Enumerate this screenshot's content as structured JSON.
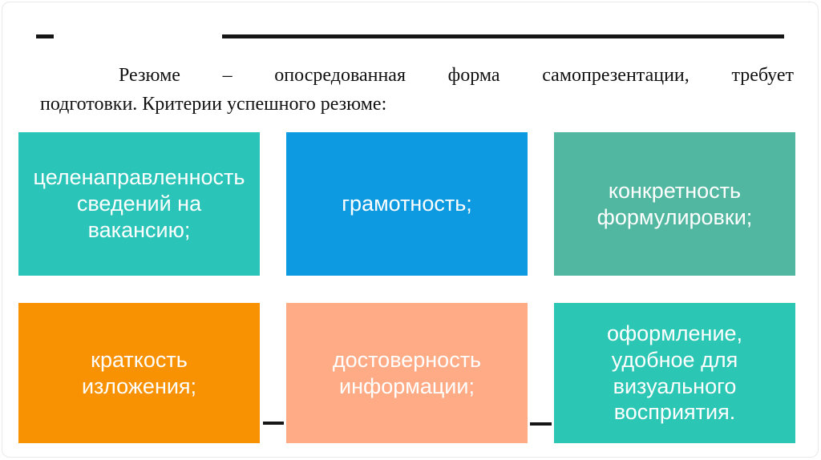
{
  "slide": {
    "intro": {
      "line1": "Резюме – опосредованная форма самопрезентации, требует",
      "line2": "подготовки. Критерии успешного резюме:"
    },
    "criteria": [
      {
        "label": "целенаправленность сведений на вакансию;",
        "lines": [
          "целенаправленность",
          "сведений на",
          "вакансию;"
        ],
        "color": "#2AC4B8"
      },
      {
        "label": "грамотность;",
        "lines": [
          "грамотность;"
        ],
        "color": "#0E9AE0"
      },
      {
        "label": "конкретность формулировки;",
        "lines": [
          "конкретность",
          "формулировки;"
        ],
        "color": "#52B7A0"
      },
      {
        "label": "краткость изложения;",
        "lines": [
          "краткость",
          "изложения;"
        ],
        "color": "#F89203"
      },
      {
        "label": "достоверность информации;",
        "lines": [
          "достоверность",
          "информации;"
        ],
        "color": "#FFAB85"
      },
      {
        "label": "оформление, удобное для визуального восприятия.",
        "lines": [
          "оформление,",
          "удобное для",
          "визуального",
          "восприятия."
        ],
        "color": "#2BC6B4"
      }
    ],
    "colors": {
      "rule": "#161616",
      "intro_text": "#111111",
      "box_label_text": "#FFFFFF",
      "slide_border": "#E9E9E9"
    }
  }
}
